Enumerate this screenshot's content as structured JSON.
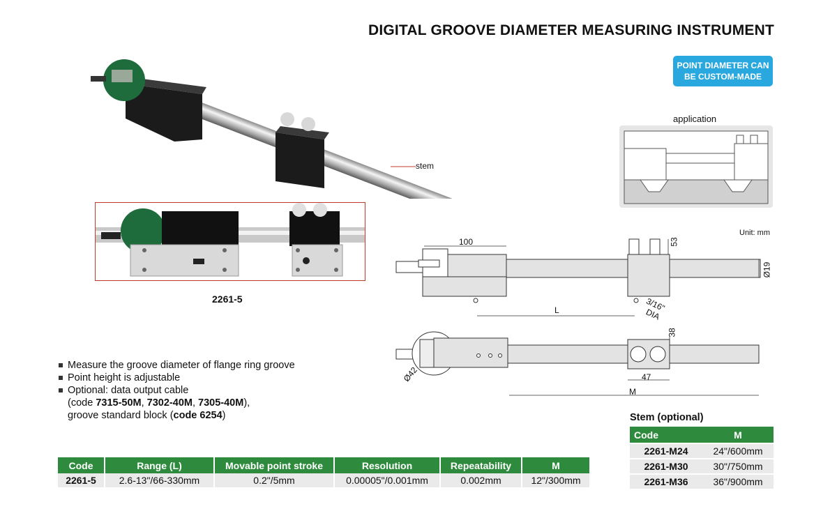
{
  "title": "DIGITAL GROOVE DIAMETER MEASURING INSTRUMENT",
  "badge": {
    "line1": "POINT DIAMETER CAN",
    "line2": "BE CUSTOM-MADE"
  },
  "application_label": "application",
  "unit_label": "Unit: mm",
  "stem_callout": "stem",
  "product_code": "2261-5",
  "dims": {
    "d100": "100",
    "d53": "53",
    "d19": "Ø19",
    "dL": "L",
    "dDia1": "3/16\"",
    "dDia2": "DIA",
    "d38": "38",
    "d47": "47",
    "dM": "M",
    "d42": "Ø42"
  },
  "features": {
    "f1": "Measure the groove diameter of flange ring groove",
    "f2": "Point height is adjustable",
    "f3": "Optional: data output cable",
    "f4_pre": "(code ",
    "f4_c1": "7315-50M",
    "f4_sep1": ", ",
    "f4_c2": "7302-40M",
    "f4_sep2": ", ",
    "f4_c3": "7305-40M",
    "f4_post": "),",
    "f5_pre": "groove standard block (",
    "f5_code": "code 6254",
    "f5_post": ")"
  },
  "spec_table": {
    "headers": [
      "Code",
      "Range (L)",
      "Movable point stroke",
      "Resolution",
      "Repeatability",
      "M"
    ],
    "row": [
      "2261-5",
      "2.6-13\"/66-330mm",
      "0.2\"/5mm",
      "0.00005\"/0.001mm",
      "0.002mm",
      "12\"/300mm"
    ]
  },
  "stem_table": {
    "title": "Stem (optional)",
    "headers": [
      "Code",
      "M"
    ],
    "rows": [
      [
        "2261-M24",
        "24\"/600mm"
      ],
      [
        "2261-M30",
        "30\"/750mm"
      ],
      [
        "2261-M36",
        "36\"/900mm"
      ]
    ]
  },
  "colors": {
    "header_green": "#2e8b3d",
    "badge_blue": "#29a8e0",
    "inset_border": "#c0392b"
  }
}
